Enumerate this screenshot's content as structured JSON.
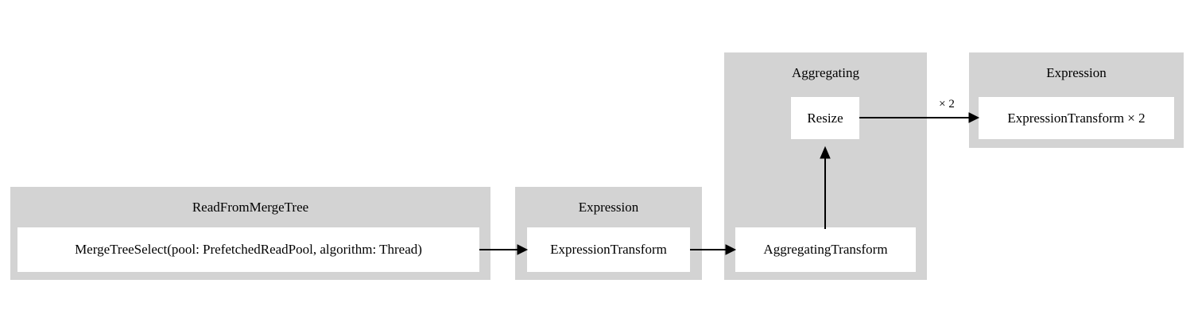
{
  "diagram": {
    "type": "pipeline-graph",
    "background_color": "#ffffff",
    "cluster_color": "#d3d3d3",
    "node_color": "#ffffff",
    "edge_color": "#000000",
    "clusters": [
      {
        "id": "read-from-merge-tree",
        "label": "ReadFromMergeTree",
        "nodes": [
          {
            "id": "merge-tree-select",
            "label": "MergeTreeSelect(pool: PrefetchedReadPool, algorithm: Thread)"
          }
        ]
      },
      {
        "id": "expression-1",
        "label": "Expression",
        "nodes": [
          {
            "id": "expression-transform",
            "label": "ExpressionTransform"
          }
        ]
      },
      {
        "id": "aggregating",
        "label": "Aggregating",
        "nodes": [
          {
            "id": "resize",
            "label": "Resize"
          },
          {
            "id": "aggregating-transform",
            "label": "AggregatingTransform"
          }
        ]
      },
      {
        "id": "expression-2",
        "label": "Expression",
        "nodes": [
          {
            "id": "expression-transform-x2",
            "label": "ExpressionTransform × 2"
          }
        ]
      }
    ],
    "edges": [
      {
        "id": "edge-select-to-expression",
        "from": "merge-tree-select",
        "to": "expression-transform",
        "label": ""
      },
      {
        "id": "edge-expression-to-aggregating",
        "from": "expression-transform",
        "to": "aggregating-transform",
        "label": ""
      },
      {
        "id": "edge-aggregating-to-resize",
        "from": "aggregating-transform",
        "to": "resize",
        "label": ""
      },
      {
        "id": "edge-resize-to-expression2",
        "from": "resize",
        "to": "expression-transform-x2",
        "label": "× 2"
      }
    ]
  }
}
